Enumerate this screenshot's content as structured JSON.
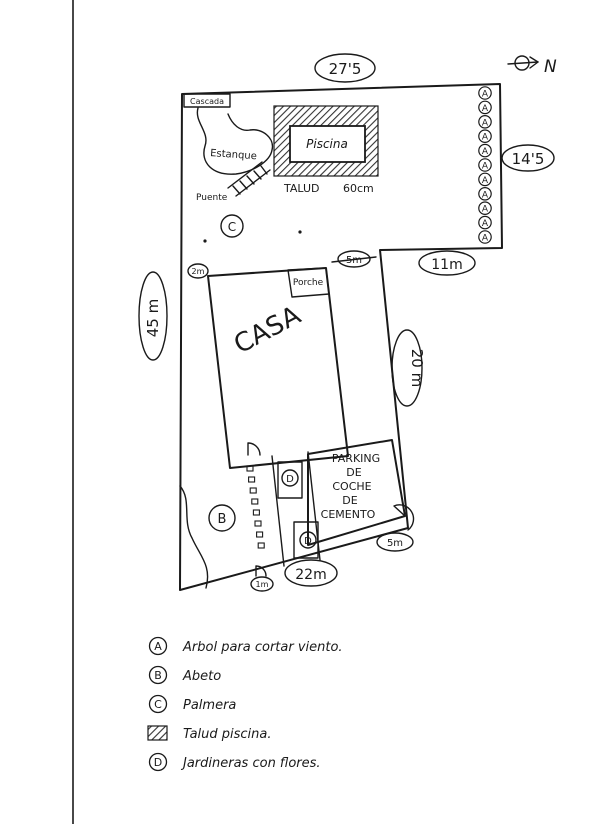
{
  "plan": {
    "top_width": "27'5",
    "right_upper": "14'5",
    "step_right": "11m",
    "left_side": "45 m",
    "right_mid": "20 m",
    "bottom": "22m",
    "porch_gap": "5m",
    "left_gap": "2m",
    "parking_gap": "5m",
    "gate": "1m",
    "north": "N",
    "labels": {
      "cascada": "Cascada",
      "estanque": "Estanque",
      "piscina": "Piscina",
      "talud": "TALUD",
      "talud_size": "60cm",
      "puente": "Puente",
      "casa": "CASA",
      "porche": "Porche",
      "parking": [
        "PARKING",
        "DE",
        "COCHE",
        "DE",
        "CEMENTO"
      ],
      "tree_letter": "A",
      "c_letter": "C",
      "b_letter": "B",
      "d_letter": "D"
    }
  },
  "legend": [
    {
      "symbol": "A",
      "text": "Arbol para cortar viento."
    },
    {
      "symbol": "B",
      "text": "Abeto"
    },
    {
      "symbol": "C",
      "text": "Palmera"
    },
    {
      "symbol": "hatch",
      "text": "Talud piscina."
    },
    {
      "symbol": "D",
      "text": "Jardineras con flores."
    }
  ]
}
